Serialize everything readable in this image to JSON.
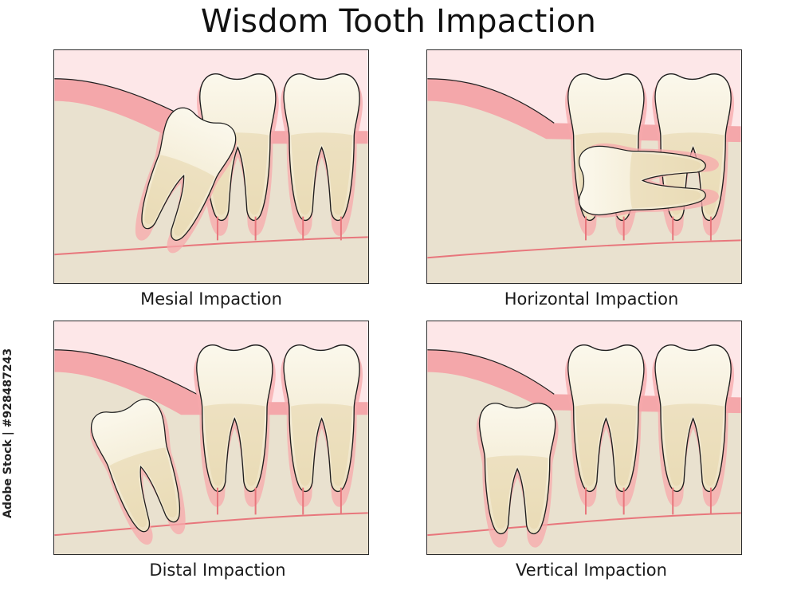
{
  "title": "Wisdom Tooth Impaction",
  "panels": [
    {
      "caption": "Mesial Impaction",
      "impaction": "mesial"
    },
    {
      "caption": "Horizontal Impaction",
      "impaction": "horizontal"
    },
    {
      "caption": "Distal Impaction",
      "impaction": "distal"
    },
    {
      "caption": "Vertical Impaction",
      "impaction": "vertical"
    }
  ],
  "watermark": "Adobe Stock | #928487243",
  "colors": {
    "background_pink": "#fde7e8",
    "gum": "#f4a7aa",
    "gum_line": "#e8767c",
    "bone": "#e9e1cf",
    "tooth_crown": "#faf6e8",
    "tooth_root": "#efe4c4",
    "outline": "#1e1e1e"
  }
}
